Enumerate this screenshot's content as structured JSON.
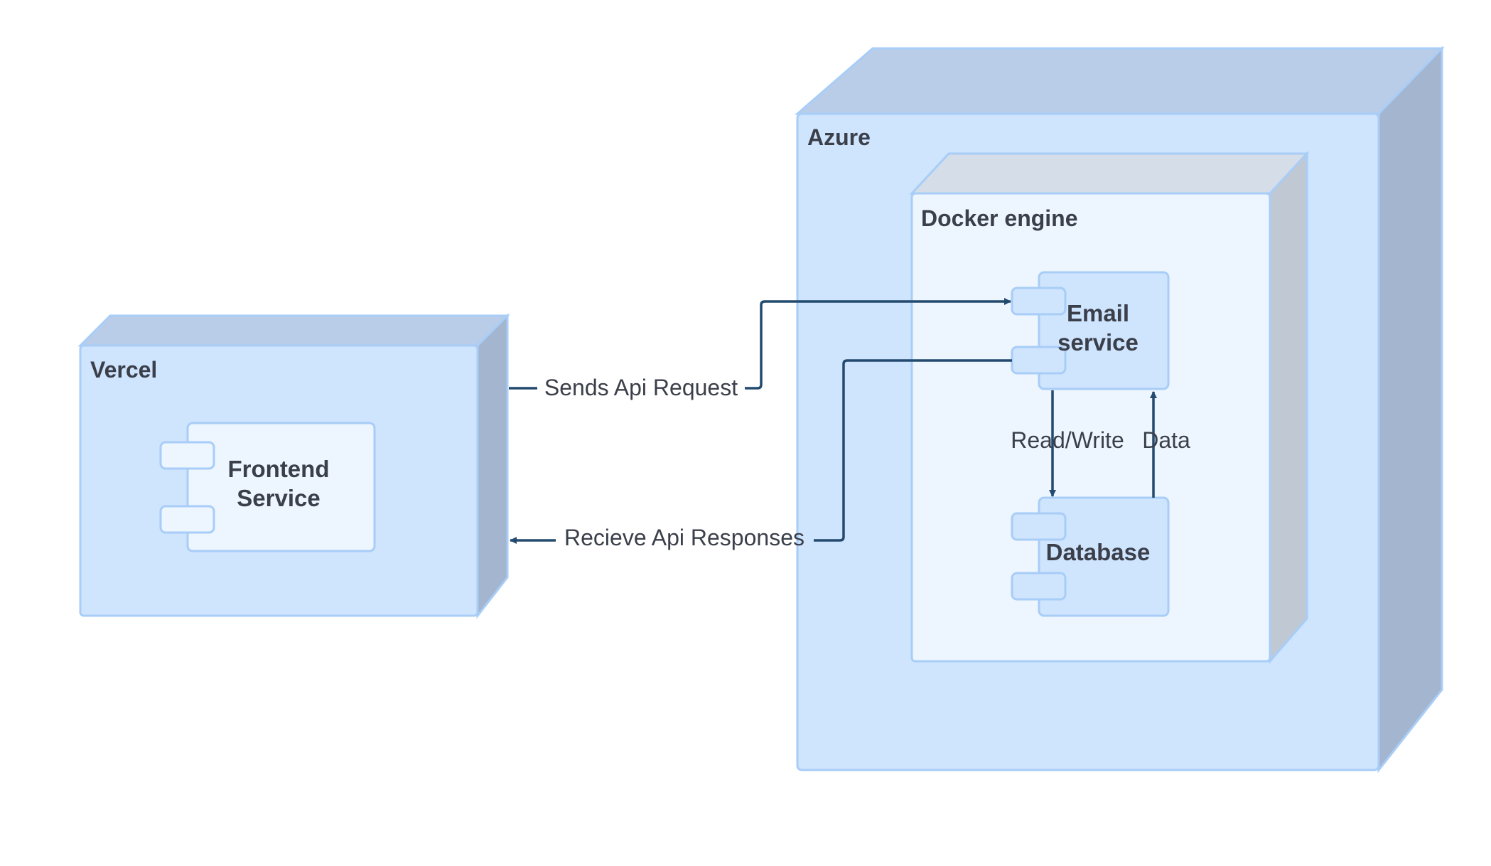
{
  "nodes": {
    "vercel": {
      "title": "Vercel"
    },
    "azure": {
      "title": "Azure"
    },
    "docker": {
      "title": "Docker engine"
    }
  },
  "components": {
    "frontend": {
      "line1": "Frontend",
      "line2": "Service"
    },
    "email": {
      "line1": "Email",
      "line2": "service"
    },
    "database": {
      "label": "Database"
    }
  },
  "edges": {
    "request": "Sends Api Request",
    "response": "Recieve Api Responses",
    "readwrite": "Read/Write",
    "data": "Data"
  },
  "colors": {
    "node_fill": "#cfe4fd",
    "node_top": "#b9cde8",
    "node_side": "#a3b5cf",
    "node_stroke": "#a8cdf7",
    "inner_fill": "#edf5fe",
    "docker_top": "#d4dde8",
    "docker_side": "#bfc8d3",
    "arrow": "#234a6f",
    "text": "#3a3f4a"
  }
}
